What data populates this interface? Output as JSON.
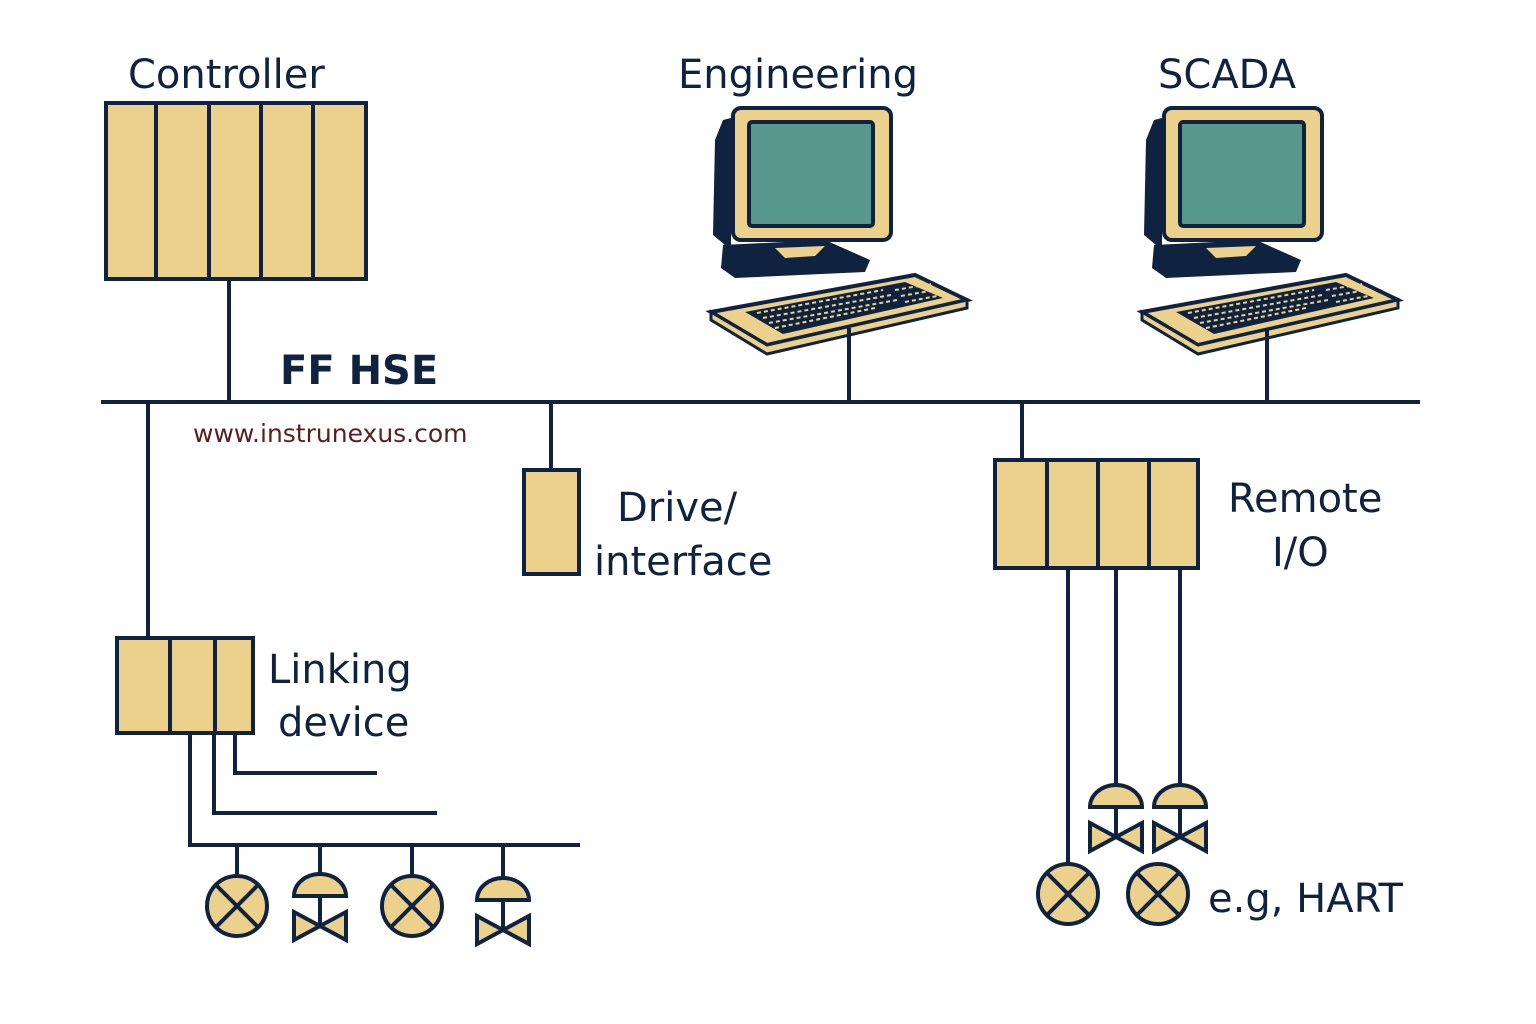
{
  "diagram": {
    "network_label": "FF HSE",
    "watermark": "www.instrunexus.com",
    "colors": {
      "line": "#0f2340",
      "module_fill": "#ecd18c",
      "screen": "#57978e",
      "watermark": "#5a1f1c"
    },
    "nodes": {
      "controller": {
        "label": "Controller",
        "modules": 5
      },
      "engineering": {
        "label": "Engineering",
        "type": "workstation"
      },
      "scada": {
        "label": "SCADA",
        "type": "workstation"
      },
      "drive": {
        "label_line1": "Drive/",
        "label_line2": "interface",
        "modules": 1
      },
      "remote_io": {
        "label_line1": "Remote",
        "label_line2": "I/O",
        "modules": 4
      },
      "linking_device": {
        "label_line1": "Linking",
        "label_line2": "device",
        "modules": 3
      }
    },
    "field_devices": {
      "linking_segment": [
        "transmitter",
        "control-valve",
        "transmitter",
        "control-valve"
      ],
      "remote_io": [
        "transmitter",
        "control-valve",
        "control-valve",
        "transmitter"
      ],
      "remote_io_note": "e.g, HART"
    }
  }
}
